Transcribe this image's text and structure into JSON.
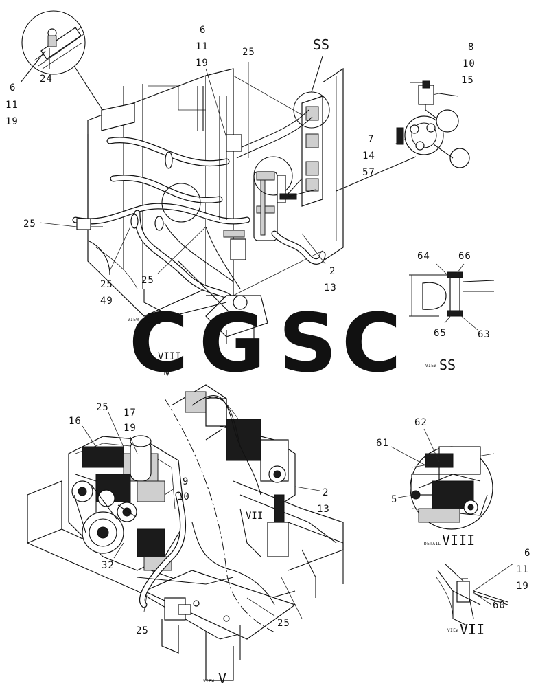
{
  "callouts": {
    "c_top_left_6": "6",
    "c_top_left_11": "11",
    "c_top_left_19": "19",
    "c_circle_24": "24",
    "c_top_6": "6",
    "c_top_11": "11",
    "c_top_19": "19",
    "c_top_25": "25",
    "c_ss_label": "SS",
    "c_r_8": "8",
    "c_r_10": "10",
    "c_r_15": "15",
    "c_r_7": "7",
    "c_r_14": "14",
    "c_r_57": "57",
    "c_left_25": "25",
    "c_low_25": "25",
    "c_low_49": "49",
    "c_mid_25": "25",
    "c_mid_2": "2",
    "c_mid_13": "13",
    "c_d_64": "64",
    "c_d_66": "66",
    "c_d_65": "65",
    "c_d_63": "63",
    "c_e_25": "25",
    "c_e_17": "17",
    "c_e_19": "19",
    "c_e_16": "16",
    "c_e_9": "9",
    "c_e_10": "10",
    "c_e_32": "32",
    "c_e_25b": "25",
    "c_e_25c": "25",
    "c_f_2": "2",
    "c_f_13": "13",
    "c_g_62": "62",
    "c_g_61": "61",
    "c_g_5": "5",
    "c_h_6": "6",
    "c_h_11": "11",
    "c_h_19": "19",
    "c_h_60": "60"
  },
  "views": {
    "view_word": "VIEW",
    "detail_word": "DETAIL",
    "view_iv": "IV",
    "view_ss": "SS",
    "view_viii_marker": "VIII",
    "view_vii_marker": "VII",
    "view_v": "V",
    "view_vii": "VII",
    "detail_viii": "VIII"
  },
  "watermark": {
    "letters": [
      "C",
      "G",
      "S",
      "C"
    ],
    "colors": [
      "#5B9CF2",
      "#F08C82",
      "#F8D66B",
      "#6DBE8E"
    ]
  }
}
